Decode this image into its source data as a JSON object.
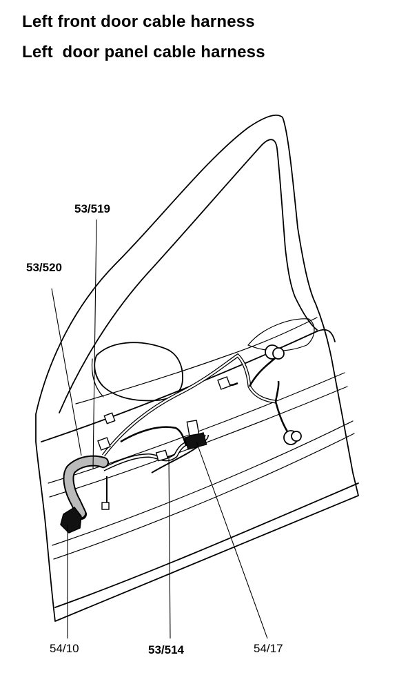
{
  "title_line_1": "Left front door cable harness",
  "title_line_2": "Left  door panel cable harness",
  "labels": {
    "p53_519": "53/519",
    "p53_520": "53/520",
    "p54_10": "54/10",
    "p53_514": "53/514",
    "p54_17": "54/17"
  }
}
